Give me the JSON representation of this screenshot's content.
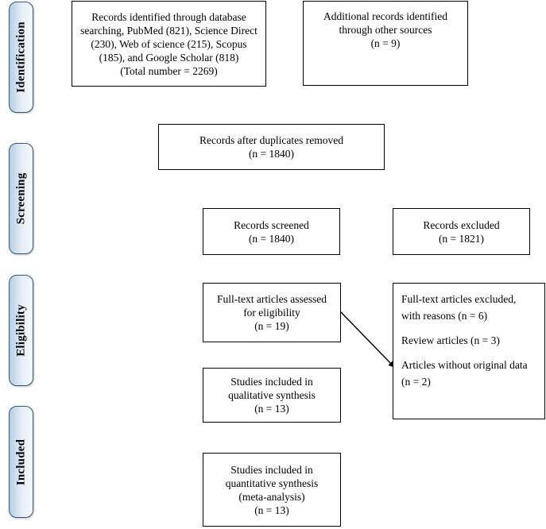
{
  "stages": {
    "identification": "Identification",
    "screening": "Screening",
    "eligibility": "Eligibility",
    "included": "Included"
  },
  "boxes": {
    "database_records": {
      "lines": [
        "Records identified through database",
        "searching, PubMed (821), Science Direct",
        "(230), Web of science (215), Scopus",
        "(185), and Google Scholar (818)",
        "(Total number = 2269)"
      ]
    },
    "other_sources": {
      "lines": [
        "Additional records identified",
        "through other sources",
        "(n = 9)"
      ]
    },
    "duplicates_removed": {
      "lines": [
        "Records after duplicates removed",
        "(n = 1840)"
      ]
    },
    "records_screened": {
      "lines": [
        "Records screened",
        "(n = 1840)"
      ]
    },
    "records_excluded": {
      "lines": [
        "Records excluded",
        "(n = 1821)"
      ]
    },
    "fulltext_assessed": {
      "lines": [
        "Full-text articles assessed",
        "for eligibility",
        "(n = 19)"
      ]
    },
    "fulltext_excluded": {
      "lines": [
        "Full-text articles excluded,",
        "with reasons (n = 6)",
        "Review articles (n = 3)",
        "Articles without original data",
        "(n = 2)"
      ]
    },
    "qualitative": {
      "lines": [
        "Studies included in",
        "qualitative synthesis",
        "(n = 13)"
      ]
    },
    "quantitative": {
      "lines": [
        "Studies included in",
        "quantitative synthesis",
        "(meta-analysis)",
        "(n = 13)"
      ]
    }
  }
}
